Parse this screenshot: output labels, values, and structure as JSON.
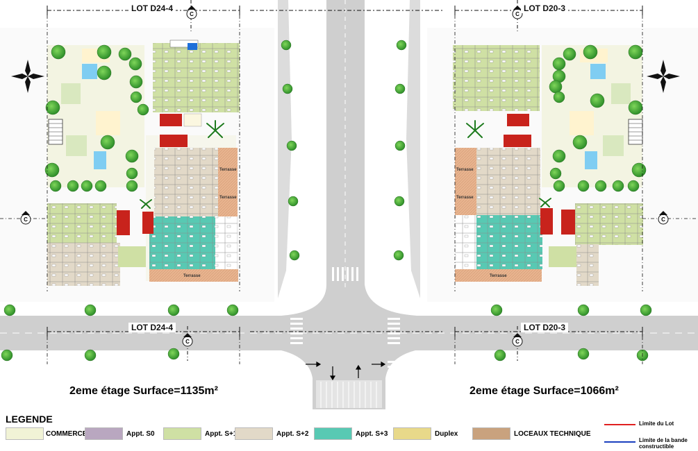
{
  "lots": {
    "left_top": "LOT D24-4",
    "right_top": "LOT D20-3",
    "left_bottom": "LOT D24-4",
    "right_bottom": "LOT D20-3"
  },
  "section_marks": {
    "top": "C",
    "side": "C"
  },
  "surfaces": {
    "left": "2eme étage Surface=1135m²",
    "right": "2eme étage Surface=1066m²"
  },
  "terrace_label": "Terrasse",
  "legend": {
    "title": "LEGENDE",
    "items": [
      {
        "label": "COMMERCE",
        "color": "#f1f3d6"
      },
      {
        "label": "Appt. S0",
        "color": "#b9a7c0"
      },
      {
        "label": "Appt. S+1",
        "color": "#cfe0a4"
      },
      {
        "label": "Appt. S+2",
        "color": "#e2d9c8"
      },
      {
        "label": "Appt. S+3",
        "color": "#58c9b3"
      },
      {
        "label": "Duplex",
        "color": "#e8d98a"
      },
      {
        "label": "LOCEAUX TECHNIQUE",
        "color": "#c9a27e"
      }
    ],
    "limits": [
      {
        "label": "Limite du Lot",
        "color": "#e02020"
      },
      {
        "label": "Limite de la bande\nconstructible",
        "color": "#1a3fbf"
      }
    ]
  }
}
